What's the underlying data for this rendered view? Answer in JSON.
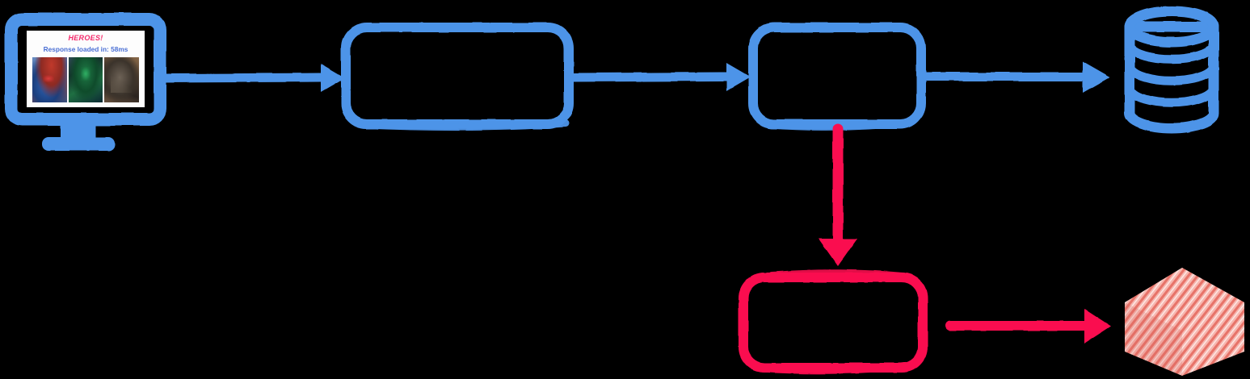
{
  "diagram": {
    "title": "System architecture flow diagram",
    "style": "hand-drawn sketch",
    "background_color": "#000000",
    "palette": {
      "blue": "#4d94e8",
      "red": "#fa0a50",
      "screen_background": "#fdfdfd",
      "brand_text_color": "#f5296a",
      "response_text_color": "#4a6fd4"
    },
    "nodes": [
      {
        "id": "client-monitor",
        "type": "monitor",
        "label": "",
        "color": "#4d94e8",
        "screen": {
          "brand": "HEROES!",
          "response": "Response loaded in: 58ms",
          "cards": [
            {
              "name": "hero-card-red-blue"
            },
            {
              "name": "hero-card-green-hood"
            },
            {
              "name": "hero-card-warrior"
            }
          ]
        }
      },
      {
        "id": "service-box-1",
        "type": "rounded-rect",
        "label": "",
        "color": "#4d94e8"
      },
      {
        "id": "service-box-2",
        "type": "rounded-rect",
        "label": "",
        "color": "#4d94e8"
      },
      {
        "id": "database",
        "type": "cylinder",
        "label": "",
        "color": "#4d94e8",
        "bands": 4
      },
      {
        "id": "service-box-3",
        "type": "rounded-rect",
        "label": "",
        "color": "#fa0a50"
      },
      {
        "id": "cube-store",
        "type": "cube",
        "label": "",
        "color": "#f08a84"
      }
    ],
    "edges": [
      {
        "id": "edge-monitor-to-box1",
        "from": "client-monitor",
        "to": "service-box-1",
        "color": "#4d94e8",
        "direction": "right"
      },
      {
        "id": "edge-box1-to-box2",
        "from": "service-box-1",
        "to": "service-box-2",
        "color": "#4d94e8",
        "direction": "right"
      },
      {
        "id": "edge-box2-to-database",
        "from": "service-box-2",
        "to": "database",
        "color": "#4d94e8",
        "direction": "right"
      },
      {
        "id": "edge-box2-to-box3",
        "from": "service-box-2",
        "to": "service-box-3",
        "color": "#fa0a50",
        "direction": "down"
      },
      {
        "id": "edge-box3-to-cube",
        "from": "service-box-3",
        "to": "cube-store",
        "color": "#fa0a50",
        "direction": "right"
      }
    ]
  }
}
